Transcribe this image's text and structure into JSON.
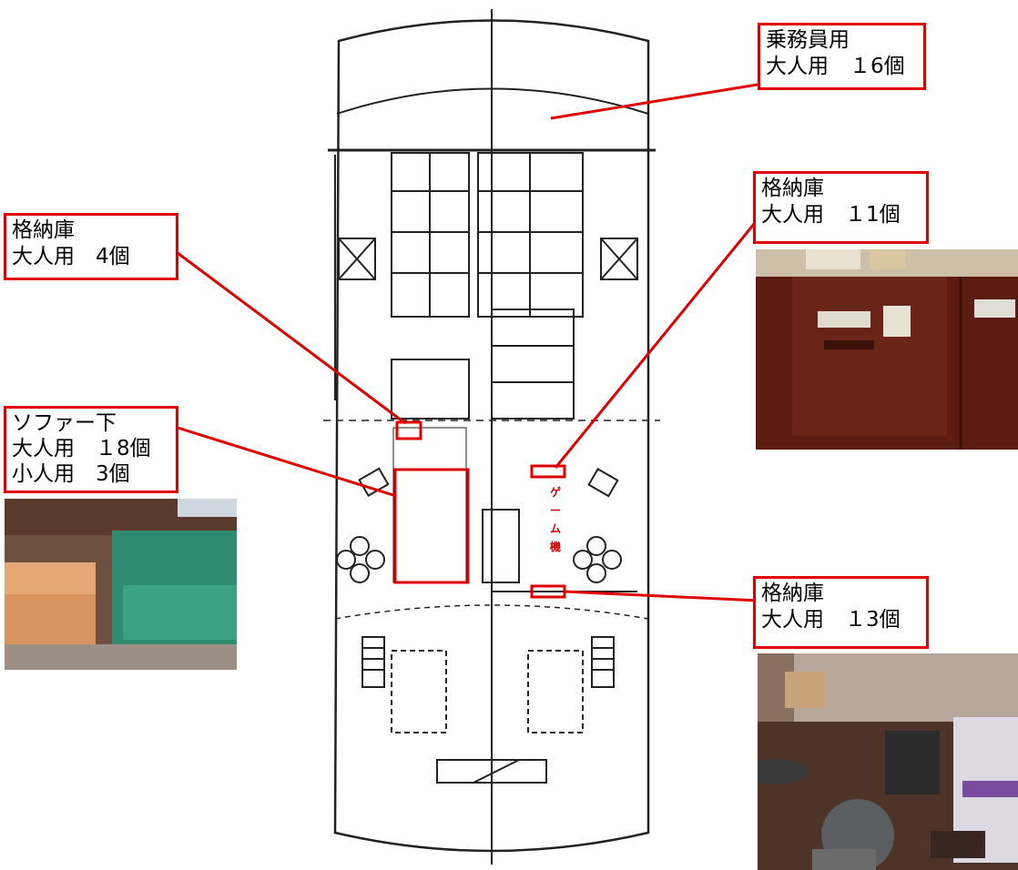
{
  "callouts": {
    "crew": {
      "line1": "乗務員用",
      "line2": "大人用　１6個"
    },
    "storage_left": {
      "line1": "格納庫",
      "line2": "大人用　4個"
    },
    "sofa": {
      "line1": "ソファー下",
      "line2": "大人用　１8個",
      "line3": "小人用　3個"
    },
    "storage_right_top": {
      "line1": "格納庫",
      "line2": "大人用　１1個"
    },
    "storage_right_bottom": {
      "line1": "格納庫",
      "line2": "大人用　１3個"
    }
  },
  "plan": {
    "game_label": [
      "ゲ",
      "ー",
      "ム",
      "機"
    ]
  },
  "colors": {
    "callout_border": "#e00000",
    "leader_line": "#e00000"
  }
}
